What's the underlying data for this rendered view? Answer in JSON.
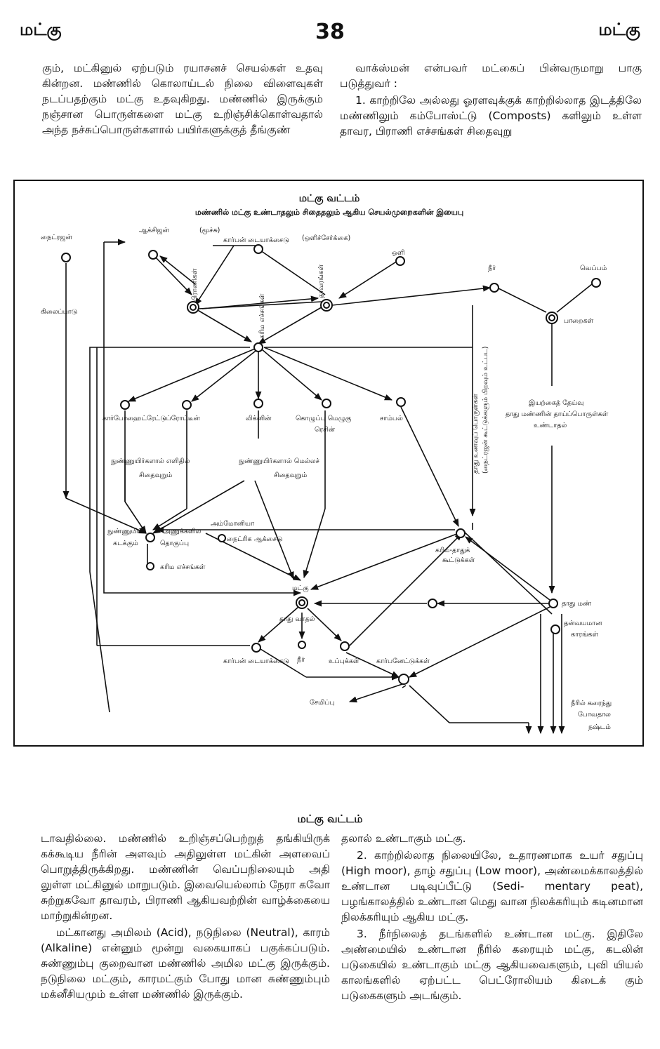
{
  "header": {
    "left": "மட்கு",
    "page_number": "38",
    "right": "மட்கு"
  },
  "top_left_paragraph": "கும், மட்கினுல் ஏற்படும் ரயாசனச் செயல்கள் உதவு கின்றன. மண்ணில் கொலாய்டல் நிலை விளைவுகள் நடப்பதற்கும் மட்கு உதவுகிறது. மண்ணில் இருக்கும் நஞ்சான பொருள்களை மட்கு உறிஞ்சிக்கொள்வதால் அந்த நச்சுப்பொருள்களால் பயிர்களுக்குத் தீங்குண்",
  "top_right_paragraph_1": "வாக்ஸ்மன் என்பவர் மட்கைப் பின்வருமாறு பாகு படுத்துவர் :",
  "top_right_paragraph_2": "1. காற்றிலே அல்லது ஓரளவுக்குக் காற்றில்லாத இடத்திலே மண்ணிலும் கம்போஸ்ட்டு (Composts) களிலும் உள்ள தாவர, பிராணி எச்சங்கள் சிதைவுறு",
  "diagram": {
    "title": "மட்கு வட்டம்",
    "subtitle": "மண்ணில் மட்கு உண்டாதலும் சிதைதலும் ஆகிய செயல்முறைகளின் இயைபு",
    "labels": {
      "nitrogen": "நைட்ரஜன்",
      "oxygen": "ஆக்சிஜன்",
      "breath": "(மூச்சு)",
      "co2_top": "கார்பன் டையாக்சைடு",
      "photosynthesis": "(ஒளிச்சேர்க்கை)",
      "light": "ஒளி",
      "water_top": "நீர்",
      "heat": "வெப்பம்",
      "fixation": "கிலைப்பாடு",
      "animals": "பிராணிகள்",
      "plants": "தாவரங்கள்",
      "organic_remains": "கரிம எச்சங்கள்",
      "rocks": "பாறைகள்",
      "carbohydrates": "கார்போஹைட்ரேட்டுப்ரோட்டீன்",
      "lignin": "லிக்னின்",
      "fats": "கொழுப்பு மெழுகு",
      "resin": "ரெசின்",
      "ash": "சாம்பல்",
      "natural_wear": "இயற்கைத் தேய்வு",
      "mineral_parent": "தாது மண்ணின் தாய்ப்பொருள்கள்",
      "formation": "உண்டாதல்",
      "vertical_mineral": "தாது உணவுப் பொருள்கள்",
      "vertical_mineral_sub": "(நைட்ரஜன் கூட்டுக்களும் பிறவும் உட்பட)",
      "microbes_1": "நுண்ணுயிர்களால் எளிதில்",
      "decay_1": "சிதைவுறும்",
      "microbes_2": "நுண்ணுயிர்களால் மெல்லச்",
      "decay_2": "சிதைவுறும்",
      "ammonia": "அம்மோனியா",
      "nitrate": "நைட்ரிக ஆக்சைடு",
      "microbe_1": "நுண்ணுயிர்",
      "microbe_2": "அணுக்களில",
      "microbe_3": "கடக்கும்",
      "microbe_4": "தொகுப்பு",
      "organic_remains_2": "கரிம எச்சங்கள்",
      "organic_mineral_1": "கரிம-தாதுக்",
      "organic_mineral_2": "கூட்டுக்கள்",
      "humus": "மட்கு",
      "mineral_decay": "தாது வாதல்",
      "mineral_soil": "தாது மண்",
      "own_1": "தன்வயமான",
      "own_2": "காரங்கள்",
      "co2_bottom": "கார்பன் டையாக்சைடு",
      "water_bottom": "நீர்",
      "salts": "உப்புக்கள்",
      "carbonates": "கார்பனேட்டுக்கள்",
      "storage": "சேமிப்பு",
      "loss_1": "நீரில் கரைந்து",
      "loss_2": "போவதால",
      "loss_3": "நஷ்டம்"
    }
  },
  "caption": "மட்கு வட்டம்",
  "bottom_left_paragraph_1": "டாவதில்லை. மண்ணில் உறிஞ்சப்பெற்றுத் தங்கியிருக் கக்கூடிய நீரின் அளவும் அதிலுள்ள மட்கின் அளவைப் பொறுத்திருக்கிறது. மண்ணின் வெப்பநிலையும் அதி லுள்ள மட்கினுல் மாறுபடும். இவையெல்லாம் நேரா கவோ சுற்றுகவோ தாவரம், பிராணி ஆகியவற்றின் வாழ்க்கையை மாற்றுகின்றன.",
  "bottom_left_paragraph_2": "மட்கானது அமிலம் (Acid), நடுநிலை (Neutral), காரம் (Alkaline) என்னும் மூன்று வகையாகப் பகுக்கப்படும். சுண்ணும்பு குறைவான மண்ணில் அமில மட்கு இருக்கும். நடுநிலை மட்கும், காரமட்கும் போது மான சுண்ணும்பும் மக்னீசியமும் உள்ள மண்ணில் இருக்கும்.",
  "bottom_right_paragraph_1": "தலால் உண்டாகும் மட்கு.",
  "bottom_right_paragraph_2": "2. காற்றில்லாத நிலையிலே, உதாரணமாக உயர் சதுப்பு (High moor), தாழ் சதுப்பு (Low moor), அண்மைக்காலத்தில் உண்டான படிவுப்பீட்டு (Sedi- mentary peat), பழங்காலத்தில் உண்டான மெது வான நிலக்கரியும் கடினமான நிலக்கரியும் ஆகிய மட்கு.",
  "bottom_right_paragraph_3": "3. நீர்நிலைத் தடங்களில் உண்டான மட்கு. இதிலே அண்மையில் உண்டான நீரில் கரையும் மட்கு, கடலின் படுகையில் உண்டாகும் மட்கு ஆகியவைகளும், புவி யியல் காலங்களில் ஏற்பட்ட பெட்ரோலியம் கிடைக் கும் படுகைகளும் அடங்கும்."
}
